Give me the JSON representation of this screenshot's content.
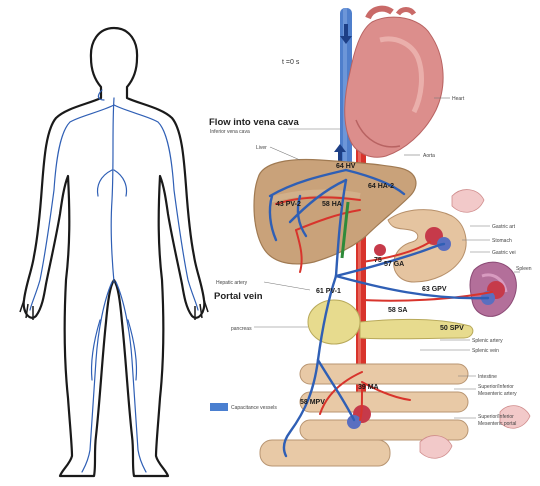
{
  "labels": {
    "time": "t =0 s",
    "flow_title": "Flow into vena cava",
    "inferior_vena_cava": "Inferior vena cava",
    "liver": "Liver",
    "heart": "Heart",
    "aorta": "Aorta",
    "hepatic_artery": "Hepatic artery",
    "portal_vein": "Portal vein",
    "pancreas": "pancreas",
    "capacitance": "Capacitance vessels",
    "gastric_top": "Gastric art",
    "stomach": "Stomach",
    "gastric_vein": "Gastric vei",
    "spleen": "Spleen",
    "splenic_artery": "Splenic artery",
    "splenic_vein": "Splenic vein",
    "intestine": "Intestine",
    "sup_mes_artery_1": "Superior/Inferior",
    "sup_mes_artery_2": "Mesenteric artery",
    "sup_mes_vein_1": "Superior/Inferior",
    "sup_mes_vein_2": "Mesenteric portal"
  },
  "markers": {
    "hv": "64 HV",
    "hv2": "64 HA-2",
    "pv2": "43 PV-2",
    "ha": "58 HA",
    "m75": "75",
    "ga": "57 GA",
    "pv": "61 PV-1",
    "gpv": "63 GPV",
    "sa": "58 SA",
    "spv": "50 SPV",
    "ma": "39 MA",
    "mpv": "58 MPV"
  },
  "colors": {
    "vein": "#2f5fb5",
    "artery": "#d8342c",
    "heart": "#d98a8a",
    "liver": "#c9a27a",
    "intestine": "#e8c9a6",
    "capacitance": "#4a7fd0"
  }
}
